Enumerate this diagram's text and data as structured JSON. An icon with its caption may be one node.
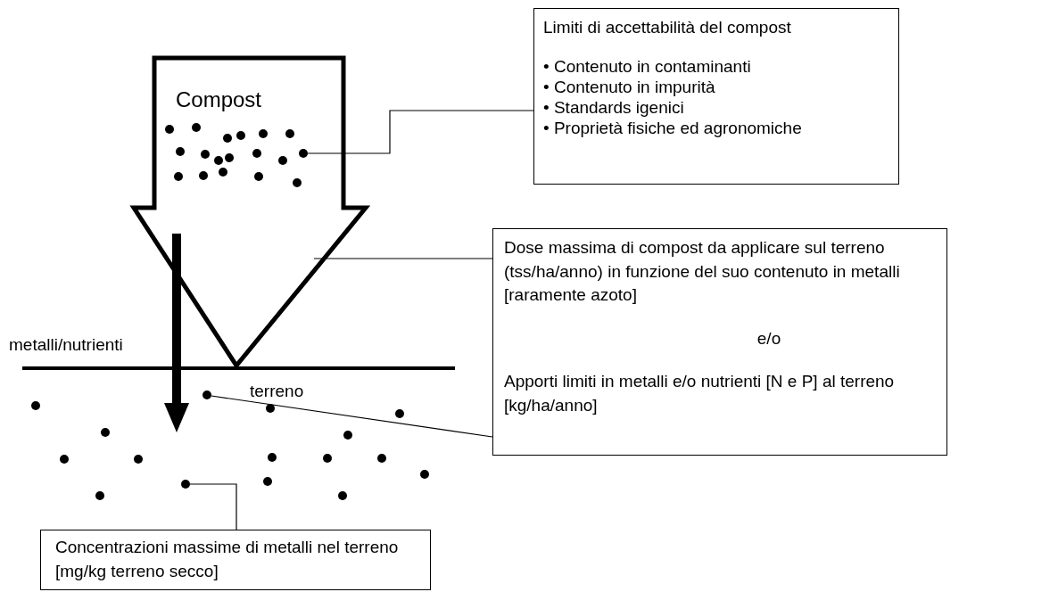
{
  "diagram": {
    "nodes": [
      {
        "text": [
          "Compost"
        ]
      },
      {
        "text": [],
        "shape": "circle",
        "in": 0
      },
      {
        "text": [
          "Limiti di accettabilità del compost",
          "• Contenuto in contaminanti",
          "• Contenuto in impurità",
          "• Standards igenici",
          "• Proprietà fisiche ed agronomiche"
        ]
      },
      {
        "text": [
          "Dose massima di compost da applicare sul terreno (tss/ha/anno) in funzione del suo contenuto in metalli [raramente azoto]",
          "e/o",
          "Apporti limiti in metalli e/o nutrienti [N e P] al terreno [kg/ha/anno]"
        ]
      },
      {
        "text": [],
        "shape": "circle"
      },
      {
        "text": [],
        "shape": "circle"
      },
      {
        "text": [
          "Concentrazioni massime di metalli nel terreno [mg/kg terreno secco]"
        ]
      }
    ],
    "edges": [
      {
        "from": 2,
        "to": 1,
        "arrow": "none"
      },
      {
        "from": 3,
        "to": 0,
        "arrow": "none"
      },
      {
        "from": 3,
        "to": 4,
        "arrow": "none"
      },
      {
        "from": 6,
        "to": 5,
        "arrow": "none"
      }
    ],
    "labels": [
      "metalli/nutrienti",
      "terreno"
    ]
  }
}
